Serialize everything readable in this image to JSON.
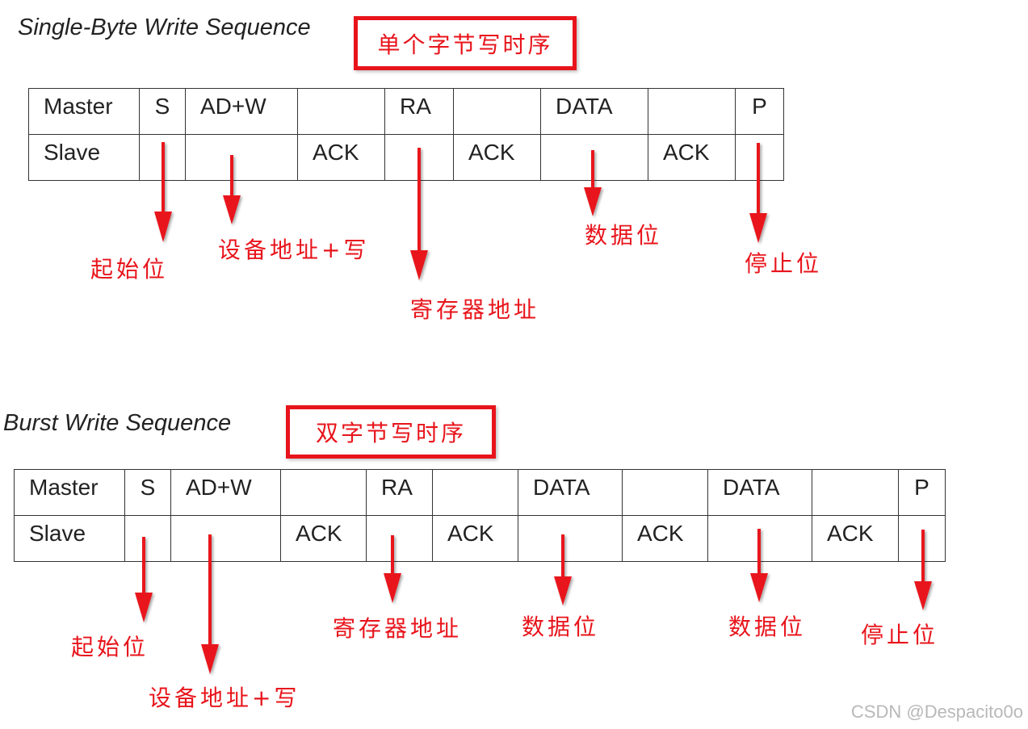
{
  "single": {
    "title": "Single-Byte Write Sequence",
    "cn_title": "单个字节写时序",
    "master_label": "Master",
    "slave_label": "Slave",
    "master": [
      "S",
      "AD+W",
      "",
      "RA",
      "",
      "DATA",
      "",
      "P"
    ],
    "slave": [
      "",
      "",
      "ACK",
      "",
      "ACK",
      "",
      "ACK",
      ""
    ],
    "annotations": {
      "start": "起始位",
      "dev_addr": "设备地址+写",
      "reg_addr": "寄存器地址",
      "data": "数据位",
      "stop": "停止位"
    }
  },
  "burst": {
    "title": "Burst Write Sequence",
    "cn_title": "双字节写时序",
    "master_label": "Master",
    "slave_label": "Slave",
    "master": [
      "S",
      "AD+W",
      "",
      "RA",
      "",
      "DATA",
      "",
      "DATA",
      "",
      "P"
    ],
    "slave": [
      "",
      "",
      "ACK",
      "",
      "ACK",
      "",
      "ACK",
      "",
      "ACK",
      ""
    ],
    "annotations": {
      "start": "起始位",
      "dev_addr": "设备地址+写",
      "reg_addr": "寄存器地址",
      "data1": "数据位",
      "data2": "数据位",
      "stop": "停止位"
    }
  },
  "colors": {
    "accent": "#e8141b",
    "text": "#222222",
    "border": "#333333"
  },
  "watermark": "CSDN @Despacito0o"
}
